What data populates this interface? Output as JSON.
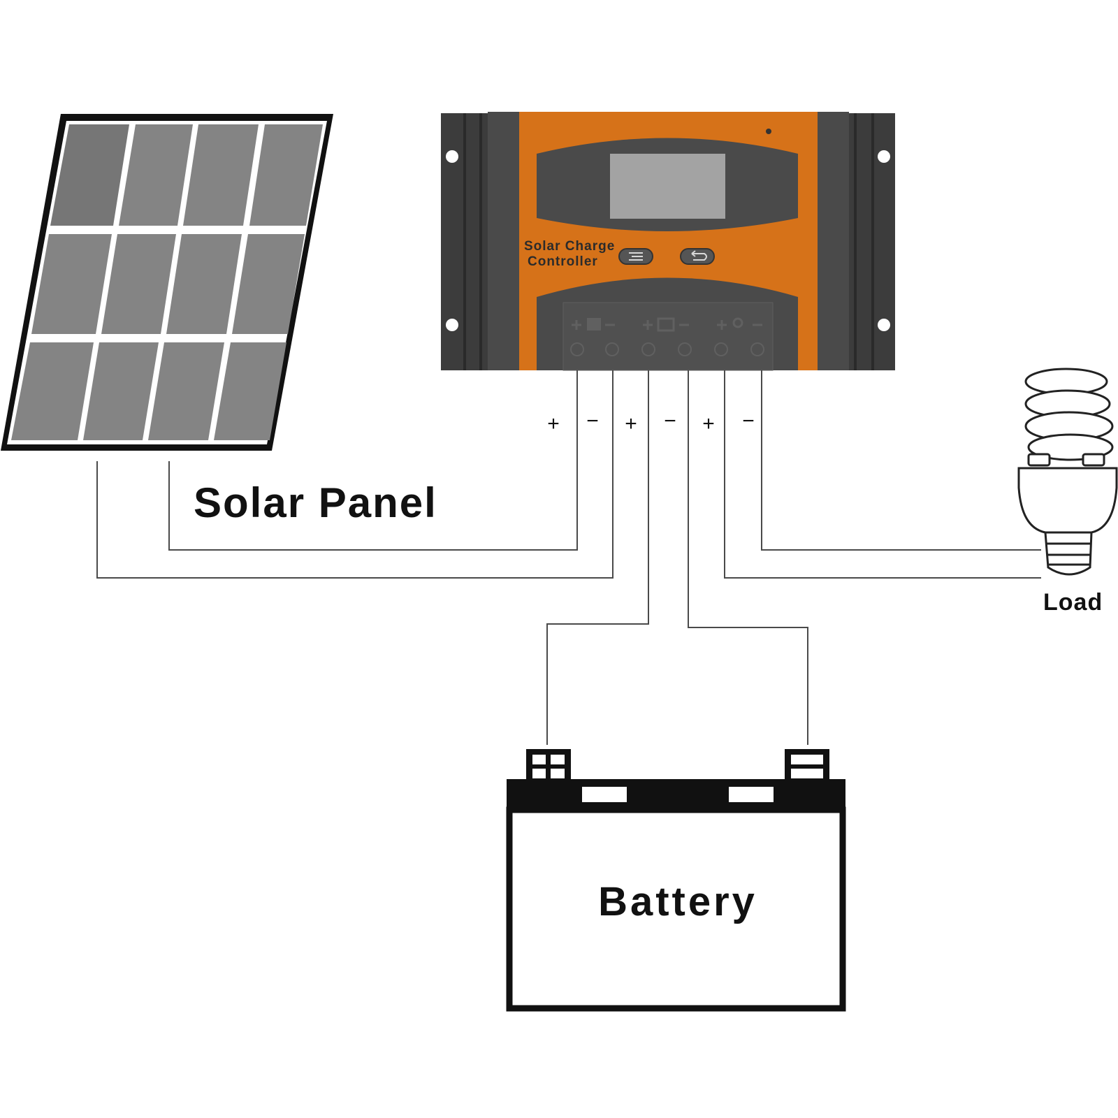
{
  "labels": {
    "solar_panel": "Solar Panel",
    "load": "Load",
    "battery": "Battery",
    "controller_line1": "Solar Charge",
    "controller_line2": "Controller"
  },
  "terminal_signs": [
    "+",
    "−",
    "+",
    "−",
    "+",
    "−"
  ],
  "colors": {
    "controller_body": "#e07a1c",
    "controller_dark": "#4a4a4a",
    "panel_cell": "#808080",
    "panel_frame": "#111111",
    "wire": "#4a4a4a"
  },
  "icons": {
    "menu_button": "menu-icon",
    "back_button": "back-arrow-icon",
    "solar_terminal": "solar-panel-icon",
    "battery_terminal": "battery-icon",
    "load_terminal": "bulb-icon"
  }
}
